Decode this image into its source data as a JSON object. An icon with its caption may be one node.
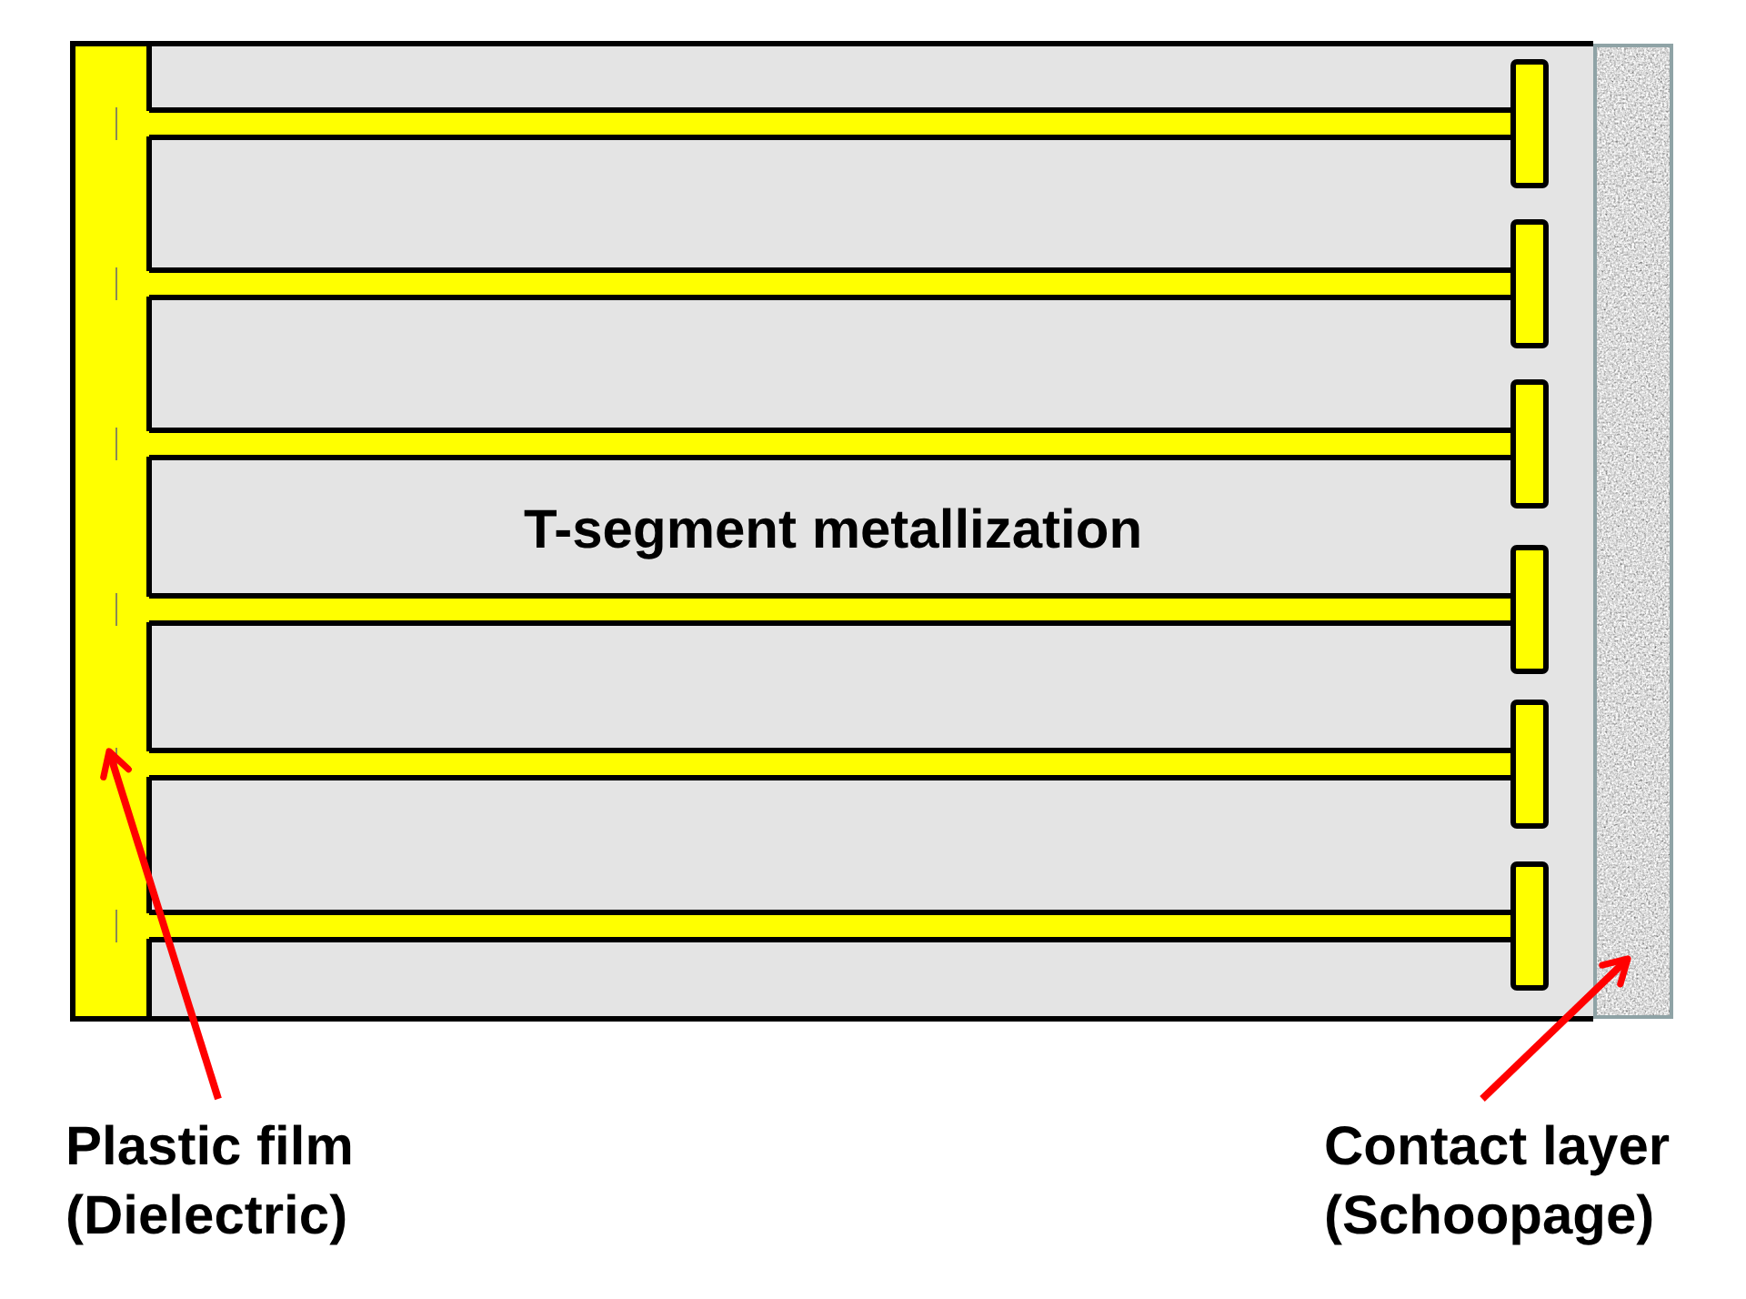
{
  "diagram": {
    "nodes": [
      {
        "text": [],
        "shape": "bar"
      },
      {
        "text": [],
        "shape": "bar"
      },
      {
        "text": [
          "Plastic film (Dielectric)"
        ]
      },
      {
        "text": [
          "Contact layer (Schoopage)"
        ]
      }
    ],
    "edges": [
      {
        "from": 2,
        "to": 0,
        "arrow": "to"
      },
      {
        "from": 3,
        "to": 1,
        "arrow": "to"
      }
    ],
    "labels": [
      "T-segment metallization"
    ]
  }
}
